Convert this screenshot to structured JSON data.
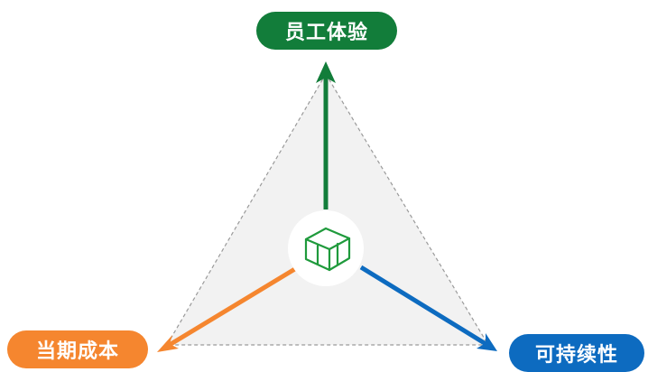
{
  "labels": {
    "top": "员工体验",
    "left": "当期成本",
    "right": "可持续性"
  },
  "colors": {
    "top": "#127d3a",
    "left": "#f5862f",
    "right": "#0d6bc0",
    "triangle_fill": "#f2f2f2",
    "triangle_stroke": "#9a9a9a",
    "center_icon": "#1f9a3c"
  },
  "center_icon": "cube-outline-icon"
}
